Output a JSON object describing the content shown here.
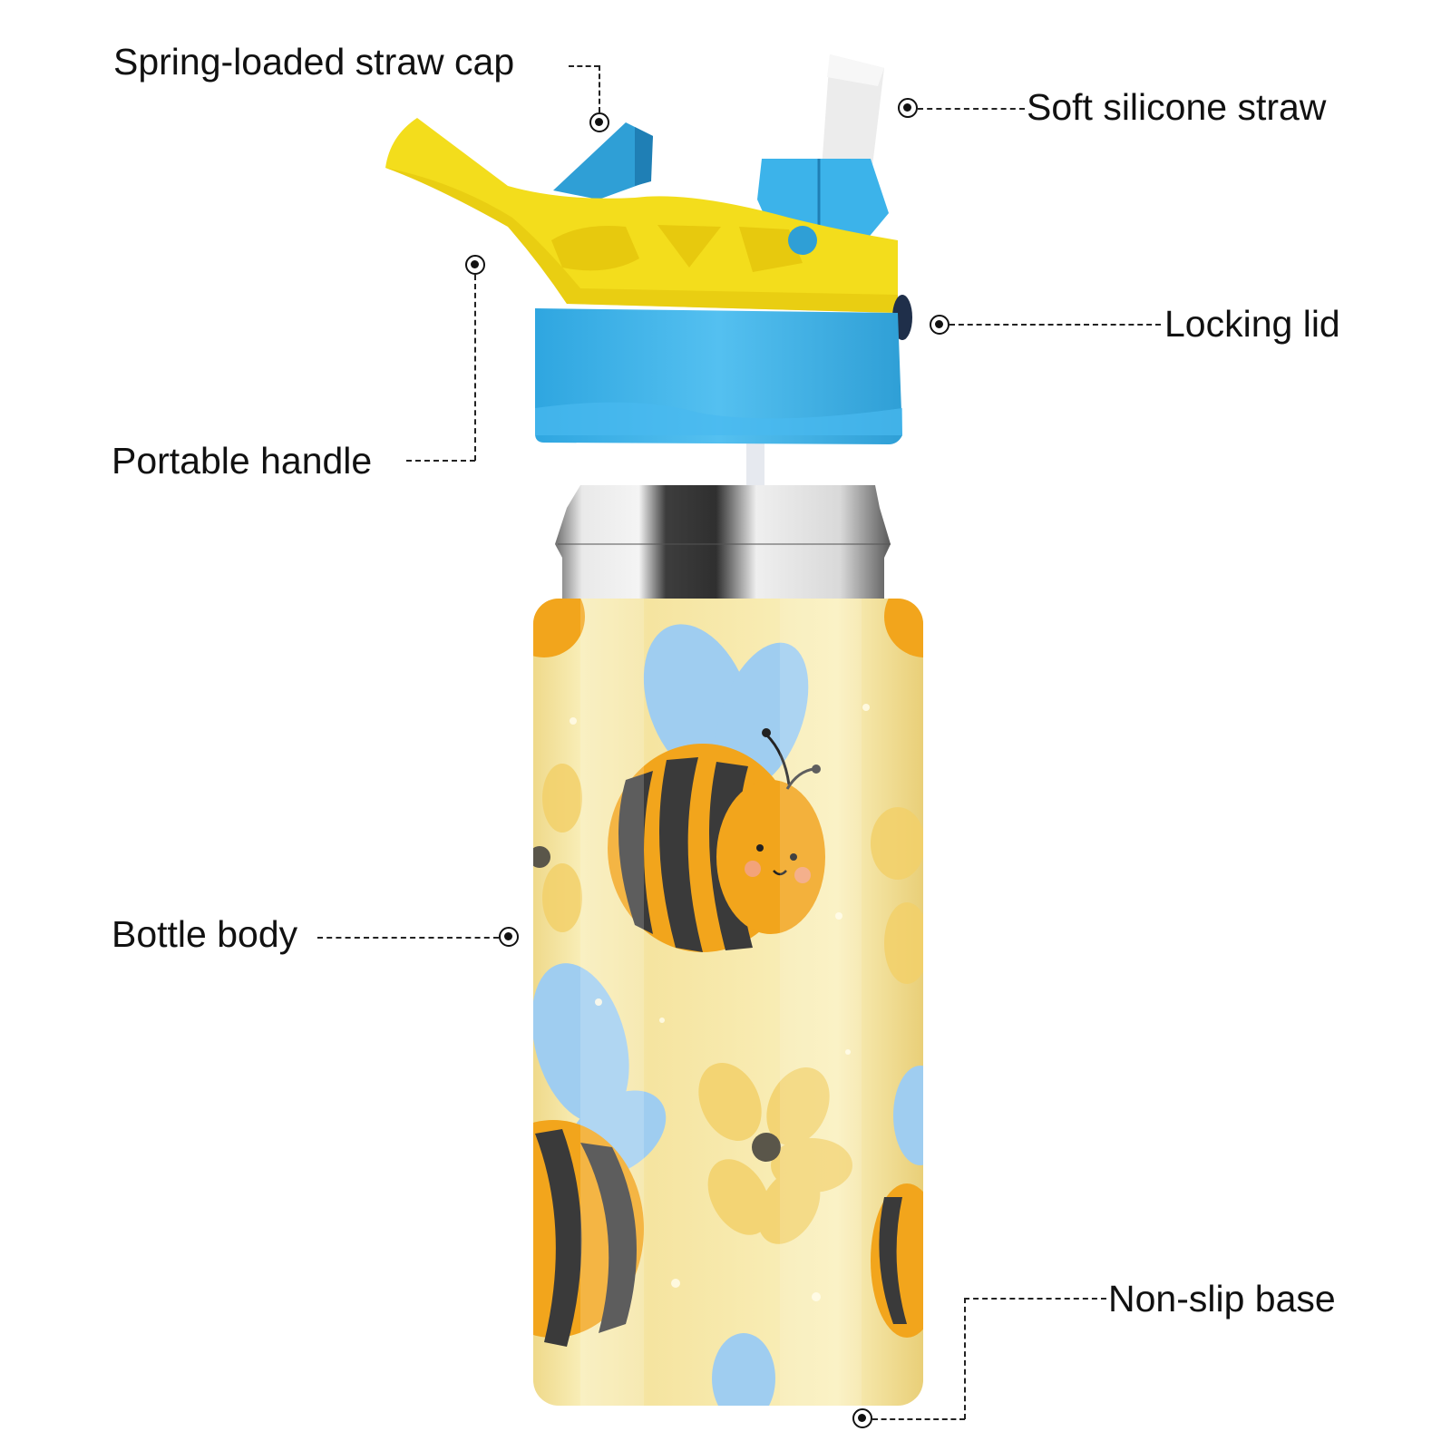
{
  "product": {
    "type": "kids stainless steel water bottle with straw lid",
    "pattern": "cartoon bees and yellow flowers on pale yellow background",
    "colors": {
      "lid_handle": "#f3dd1c",
      "lid_base": "#3cb3ea",
      "straw": "#e9e9e9",
      "body_background": "#f6e7a3",
      "bee_orange": "#f2a51c",
      "bee_stripe": "#3a3a3a",
      "wing_blue": "#9fcdf0",
      "flower_yellow": "#f2d06a",
      "steel": "#b9b9b9"
    }
  },
  "callouts": [
    {
      "id": "spring-loaded-straw-cap",
      "label": "Spring-loaded straw cap"
    },
    {
      "id": "soft-silicone-straw",
      "label": "Soft silicone straw"
    },
    {
      "id": "portable-handle",
      "label": "Portable handle"
    },
    {
      "id": "locking-lid",
      "label": "Locking lid"
    },
    {
      "id": "bottle-body",
      "label": "Bottle body"
    },
    {
      "id": "non-slip-base",
      "label": "Non-slip base"
    }
  ]
}
